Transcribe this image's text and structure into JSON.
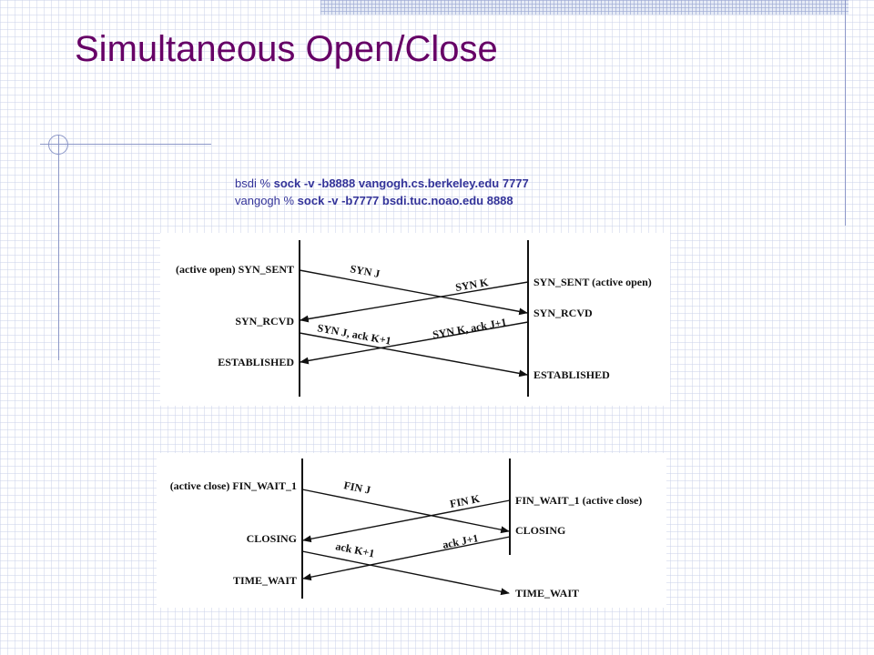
{
  "slide": {
    "title": "Simultaneous Open/Close",
    "commands": [
      {
        "prompt": "bsdi % ",
        "command": "sock -v -b8888 vangogh.cs.berkeley.edu 7777"
      },
      {
        "prompt": "vangogh % ",
        "command": "sock -v -b7777 bsdi.tuc.noao.edu 8888"
      }
    ]
  },
  "open_diagram": {
    "left_states": [
      "(active open) SYN_SENT",
      "SYN_RCVD",
      "ESTABLISHED"
    ],
    "right_states": [
      "SYN_SENT (active open)",
      "SYN_RCVD",
      "ESTABLISHED"
    ],
    "segments": [
      "SYN J",
      "SYN K",
      "SYN K, ack J+1",
      "SYN J, ack K+1"
    ]
  },
  "close_diagram": {
    "left_states": [
      "(active close) FIN_WAIT_1",
      "CLOSING",
      "TIME_WAIT"
    ],
    "right_states": [
      "FIN_WAIT_1 (active close)",
      "CLOSING",
      "TIME_WAIT"
    ],
    "segments": [
      "FIN J",
      "FIN K",
      "ack J+1",
      "ack K+1"
    ]
  },
  "colors": {
    "title": "#660066",
    "commands": "#333399",
    "rules": "#8c97c8"
  }
}
